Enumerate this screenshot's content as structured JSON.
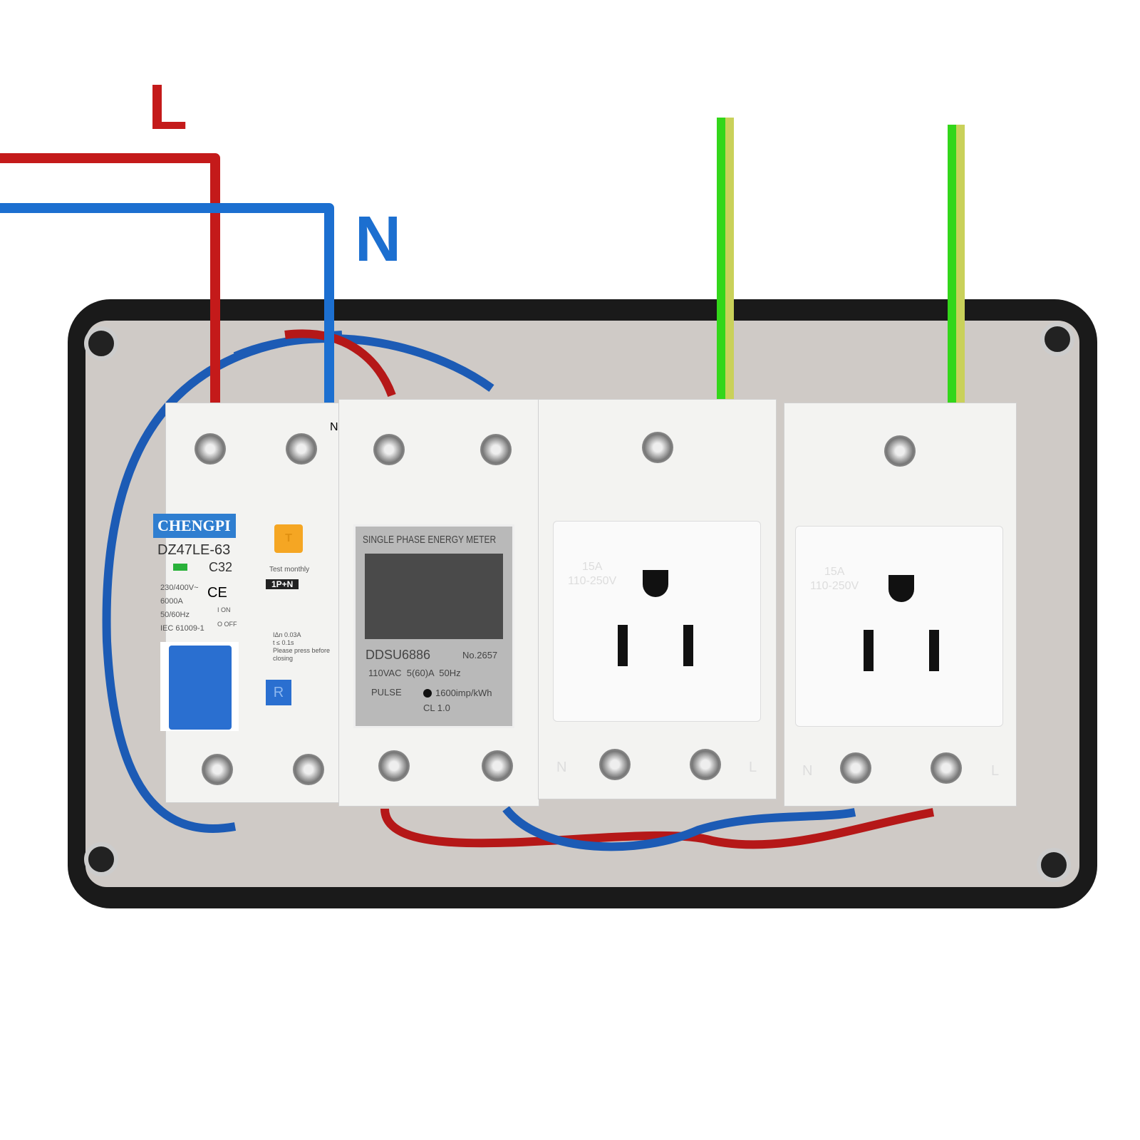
{
  "labels": {
    "line": "L",
    "neutral": "N"
  },
  "colors": {
    "line": "#c41a1a",
    "neutral": "#1c6fd0",
    "earth_green": "#33d61a",
    "earth_yellow": "#c9d15a"
  },
  "rcbo": {
    "brand": "CHENGPI",
    "model": "DZ47LE-63",
    "rating": "C32",
    "specs": [
      "230/400V~",
      "6000A",
      "50/60Hz",
      "IEC 61009-1"
    ],
    "ce": "CE",
    "test_button": "T",
    "test_label": "Test monthly",
    "poles": "1P+N",
    "on": "I ON",
    "off": "O OFF",
    "trip": "IΔn 0.03A",
    "time": "t ≤ 0.1s",
    "note": "Please press before closing",
    "reset": "R",
    "terminal": "N"
  },
  "meter": {
    "title": "SINGLE PHASE ENERGY METER",
    "model": "DDSU6886",
    "serial": "No.2657",
    "ratings": "110VAC  5(60)A  50Hz",
    "pulse_label": "PULSE",
    "pulse": "1600imp/kWh",
    "class": "CL 1.0"
  },
  "sockets": [
    {
      "rating": "15A",
      "voltage": "110-250V",
      "n": "N",
      "l": "L"
    },
    {
      "rating": "15A",
      "voltage": "110-250V",
      "n": "N",
      "l": "L"
    }
  ]
}
